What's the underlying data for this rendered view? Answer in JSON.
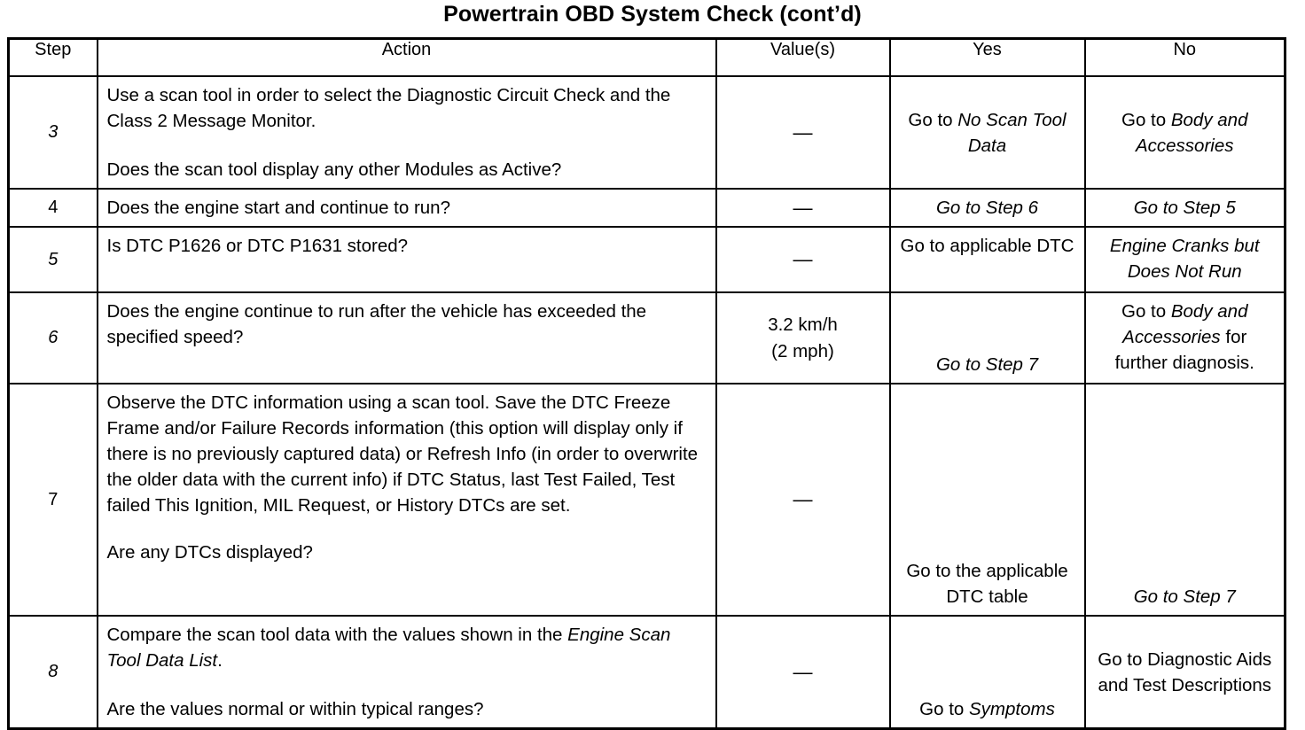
{
  "document": {
    "title": "Powertrain OBD System Check (cont’d)"
  },
  "table": {
    "headers": {
      "step": "Step",
      "action": "Action",
      "value": "Value(s)",
      "yes": "Yes",
      "no": "No"
    },
    "rows": [
      {
        "step": "3",
        "step_italic": true,
        "action_line1": "Use a scan tool in order to select the Diagnostic Circuit Check and the Class 2 Message Monitor.",
        "action_line2": "Does the scan tool display any other Modules as Active?",
        "value": "—",
        "yes_prefix": "Go to ",
        "yes_ref": "No Scan Tool Data",
        "no_prefix": "Go to ",
        "no_ref": "Body and Accessories",
        "no_suffix": ""
      },
      {
        "step": "4",
        "step_italic": false,
        "action_line1": "Does the engine start and continue to run?",
        "action_line2": "",
        "value": "—",
        "yes_prefix": "",
        "yes_ref": "Go to Step 6",
        "no_prefix": "",
        "no_ref": "Go to Step 5",
        "no_suffix": ""
      },
      {
        "step": "5",
        "step_italic": true,
        "action_line1": "Is DTC P1626 or DTC P1631 stored?",
        "action_line2": "",
        "value": "—",
        "yes_prefix": "Go to applicable DTC",
        "yes_ref": "",
        "no_prefix": "",
        "no_ref": "Engine Cranks but Does Not Run",
        "no_suffix": ""
      },
      {
        "step": "6",
        "step_italic": true,
        "action_line1": "Does the engine continue to run after the vehicle has exceeded the specified speed?",
        "action_line2": "",
        "value": "3.2 km/h",
        "value_line2": "(2 mph)",
        "yes_prefix": "",
        "yes_ref": "Go to Step 7",
        "no_prefix": "Go to ",
        "no_ref": "Body and Accessories",
        "no_suffix": " for further diagnosis."
      },
      {
        "step": "7",
        "step_italic": false,
        "action_line1": "Observe the DTC information using a scan tool. Save the DTC Freeze Frame and/or Failure Records information (this option will display only if there is no previously captured data) or Refresh Info (in order to overwrite the older data with the current info) if DTC Status, last Test Failed, Test failed This Ignition, MIL Request, or History DTCs are set.",
        "action_line2": "Are any DTCs displayed?",
        "value": "—",
        "yes_prefix": "Go to the applicable DTC table",
        "yes_ref": "",
        "no_prefix": "",
        "no_ref": "Go to Step 7",
        "no_suffix": ""
      },
      {
        "step": "8",
        "step_italic": true,
        "action_line1_pre": "Compare the scan tool data with the values shown in the ",
        "action_line1_ref": "Engine Scan Tool Data List",
        "action_line1_post": ".",
        "action_line2": "Are the values normal or within typical ranges?",
        "value": "—",
        "yes_prefix": "Go to ",
        "yes_ref": "Symptoms",
        "no_prefix": "Go to Diagnostic Aids and Test Descriptions",
        "no_ref": "",
        "no_suffix": ""
      }
    ]
  }
}
